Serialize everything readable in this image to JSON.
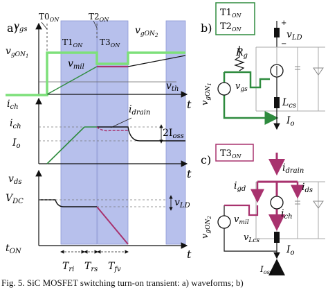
{
  "panel_a": {
    "label": "a)",
    "phase_labels": [
      "T0",
      "T2",
      "T1",
      "T3"
    ],
    "phase_sub": "ON",
    "vgs_label": "v",
    "vgs_sub": "gs",
    "vgon1_label": "v",
    "vgon1_sub": "gON",
    "vgon1_num": "1",
    "vgon2_label": "v",
    "vgon2_sub": "gON",
    "vgon2_num": "2",
    "vmil_label": "v",
    "vmil_sub": "mil",
    "vth_label": "v",
    "vth_sub": "th",
    "ich_axis_label": "i",
    "ich_axis_sub": "ch",
    "ich_label": "i",
    "ich_sub": "ch",
    "idrain_label": "i",
    "idrain_sub": "drain",
    "io_label": "I",
    "io_sub": "o",
    "ioss_label": "2I",
    "ioss_sub": "oss",
    "vds_label": "v",
    "vds_sub": "ds",
    "vdc_label": "V",
    "vdc_sub": "DC",
    "vld_label": "v",
    "vld_sub": "LD",
    "ton_label": "t",
    "ton_sub": "ON",
    "t_label": "t",
    "tri_label": "T",
    "tri_sub": "ri",
    "trs_label": "T",
    "trs_sub": "rs",
    "tfv_label": "T",
    "tfv_sub": "fv"
  },
  "panel_b": {
    "label": "b)",
    "box_line1": "T1",
    "box_line2": "T2",
    "box_sub": "ON",
    "vld_label": "v",
    "vld_sub": "LD",
    "rg_label": "R",
    "rg_sub": "g",
    "vgs_label": "v",
    "vgs_sub": "gs",
    "vgon1_label": "v",
    "vgon1_sub": "gON",
    "vgon1_num": "1",
    "lcs_label": "L",
    "lcs_sub": "cs",
    "io_label": "I",
    "io_sub": "o",
    "plus": "+",
    "minus": "−"
  },
  "panel_c": {
    "label": "c)",
    "box_text": "T3",
    "box_sub": "ON",
    "idrain_label": "i",
    "idrain_sub": "drain",
    "igd_label": "i",
    "igd_sub": "gd",
    "ids_label": "i",
    "ids_sub": "ds",
    "ich_label": "i",
    "ich_sub": "ch",
    "vgon2_label": "v",
    "vgon2_sub": "gON",
    "vgon2_num": "2",
    "vmil_label": "v",
    "vmil_sub": "mil",
    "vlcs_label": "v",
    "vlcs_sub": "Lcs",
    "io_label": "I",
    "io_sub": "o",
    "ioss_label": "I",
    "ioss_sub": "oss"
  },
  "colors": {
    "green": "#7de07a",
    "dark_green": "#2e8b3e",
    "magenta": "#a8326e",
    "band": "#b7c0ec",
    "band_border": "#8c97d6"
  },
  "caption": "Fig. 5. SiC MOSFET switching turn-on transient: a) waveforms; b)"
}
